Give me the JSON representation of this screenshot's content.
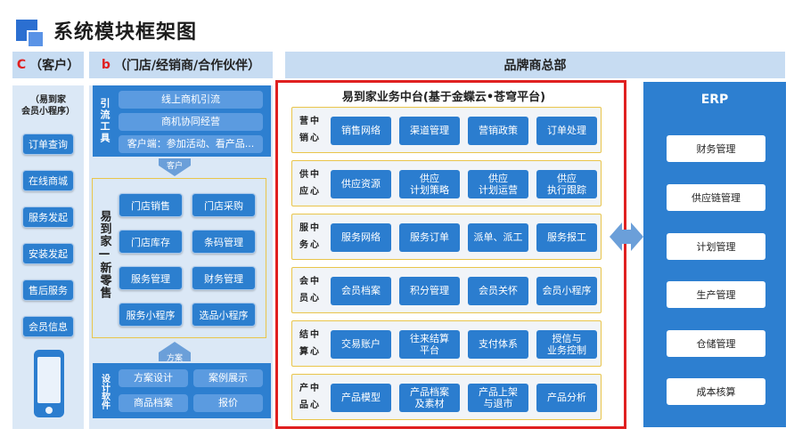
{
  "title": "系统模块框架图",
  "columns": {
    "c": {
      "letter": "C",
      "label": "（客户）"
    },
    "b": {
      "letter": "b",
      "label": "（门店/经销商/合作伙伴）"
    },
    "hq": {
      "label": "品牌商总部"
    }
  },
  "c_panel": {
    "header": "（易到家\n会员小程序）",
    "items": [
      "订单查询",
      "在线商城",
      "服务发起",
      "安装发起",
      "售后服务",
      "会员信息"
    ]
  },
  "b_panel": {
    "top": {
      "label": "引流工具",
      "items": [
        "线上商机引流",
        "商机协同经营",
        "客户端：参加活动、看产品..."
      ]
    },
    "arrow_customer": "客户",
    "middle": {
      "label": "易到家—新零售",
      "items": [
        "门店销售",
        "门店采购",
        "门店库存",
        "条码管理",
        "服务管理",
        "财务管理",
        "服务小程序",
        "选品小程序"
      ]
    },
    "arrow_plan": "方案",
    "bottom": {
      "label": "设计软件",
      "items": [
        "方案设计",
        "案例展示",
        "商品档案",
        "报价"
      ]
    }
  },
  "hub": {
    "title": "易到家业务中台(基于金蝶云•苍穹平台)",
    "rows": [
      {
        "label": "营销中心",
        "items": [
          "销售网络",
          "渠道管理",
          "营销政策",
          "订单处理"
        ]
      },
      {
        "label": "供应中心",
        "items": [
          "供应资源",
          "供应\n计划策略",
          "供应\n计划运营",
          "供应\n执行跟踪"
        ]
      },
      {
        "label": "服务中心",
        "items": [
          "服务网络",
          "服务订单",
          "派单、派工",
          "服务报工"
        ]
      },
      {
        "label": "会员中心",
        "items": [
          "会员档案",
          "积分管理",
          "会员关怀",
          "会员小程序"
        ]
      },
      {
        "label": "结算中心",
        "items": [
          "交易账户",
          "往来结算\n平台",
          "支付体系",
          "授信与\n业务控制"
        ]
      },
      {
        "label": "产品中心",
        "items": [
          "产品模型",
          "产品档案\n及素材",
          "产品上架\n与退市",
          "产品分析"
        ]
      }
    ]
  },
  "erp": {
    "title": "ERP",
    "items": [
      "财务管理",
      "供应链管理",
      "计划管理",
      "生产管理",
      "仓储管理",
      "成本核算"
    ]
  },
  "colors": {
    "accent": "#2b7dcf",
    "light_panel": "#dbe8f6",
    "header_bg": "#c7dcf2",
    "hub_border": "#e02020",
    "row_border": "#e9c54a"
  }
}
